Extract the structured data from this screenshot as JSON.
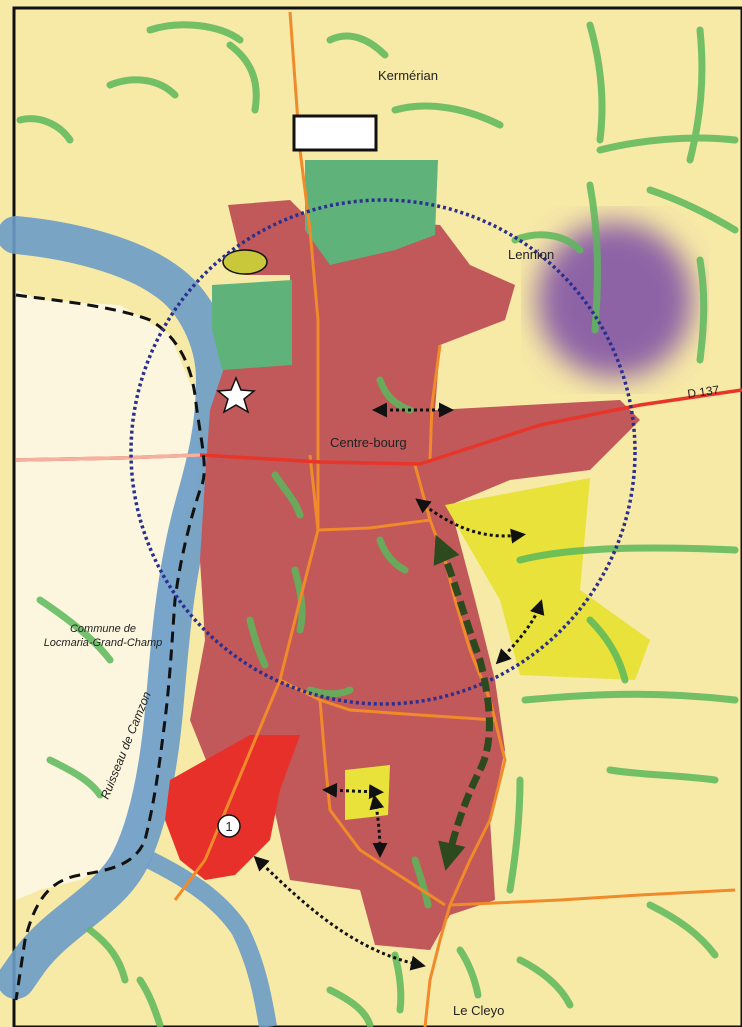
{
  "map": {
    "places": {
      "kermerian": "Kermérian",
      "lennion": "Lennion",
      "centre_bourg": "Centre-bourg",
      "le_cleyo": "Le Cleyo"
    },
    "road_label": "D 137",
    "commune_line1": "Commune de",
    "commune_line2": "Locmaria-Grand-Champ",
    "stream_label": "Ruisseau de Camzon",
    "site_marker": "1"
  },
  "colors": {
    "background": "#f7e9a6",
    "commune_area": "#fbf6dd",
    "urban": "#c1585a",
    "green_space": "#5fb37a",
    "extension_zone": "#e8e23a",
    "project_site": "#e8302a",
    "hamlet_lennion": "#8e64a6",
    "stream": "#6a9cc8",
    "roads": "#f08a2a",
    "main_road": "#e8352a",
    "hedges": "#5cb85c",
    "circle": "#2b2f8f",
    "boundary": "#111111",
    "green_corridor": "#2d4a1e"
  }
}
